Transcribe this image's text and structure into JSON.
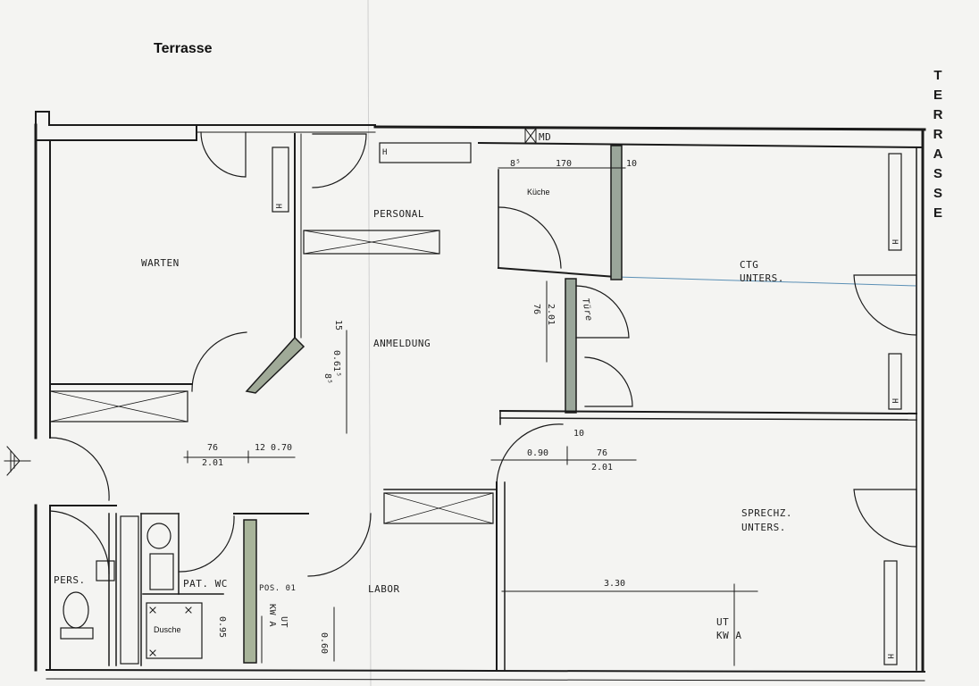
{
  "terrace_top": "Terrasse",
  "terrace_right": [
    "T",
    "E",
    "R",
    "R",
    "A",
    "S",
    "S",
    "E"
  ],
  "rooms": {
    "warten": "WARTEN",
    "personal": "PERSONAL",
    "kueche": "Küche",
    "anmeldung": "ANMELDUNG",
    "ctg": [
      "CTG",
      "UNTERS."
    ],
    "sprechz": [
      "SPRECHZ.",
      "UNTERS."
    ],
    "labor": "LABOR",
    "pers": "PERS.",
    "pat_wc": "PAT. WC",
    "dusche": "Dusche"
  },
  "markers": {
    "md": "MD",
    "h": "H",
    "pos01": "POS. 01",
    "kwa_ut_left": [
      "KW A",
      "UT"
    ],
    "kwa_ut_right": [
      "UT",
      "KW A"
    ],
    "tuer": "Türe"
  },
  "dimensions": {
    "d85": "8⁵",
    "d170": "170",
    "d10_top": "10",
    "d76_mid": "76",
    "d201_mid": "2.01",
    "d15": "15",
    "d0615": "0.61⁵",
    "d85_b": "8⁵",
    "d76_left": "76",
    "d201_left": "2.01",
    "d12": "12",
    "d070": "0.70",
    "d090": "0.90",
    "d10_b": "10",
    "d76_right": "76",
    "d201_right": "2.01",
    "d330": "3.30",
    "d095": "0.95",
    "d060": "0.60"
  }
}
